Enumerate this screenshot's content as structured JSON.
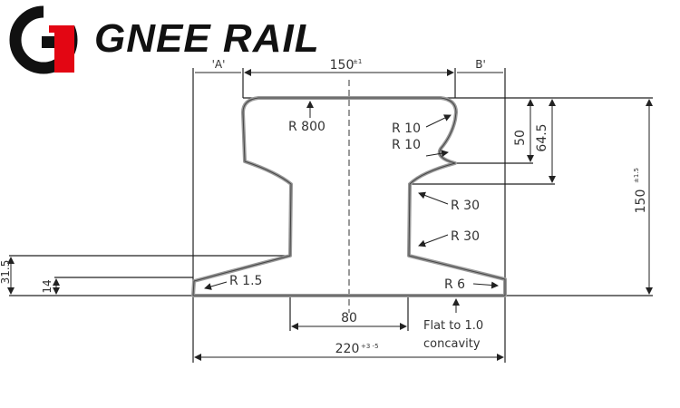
{
  "brand": {
    "name": "GNEE RAIL",
    "logo_text": "G",
    "logo_color": "#111111",
    "accent": "#e30613"
  },
  "drawing": {
    "line_color": "#222222",
    "profile_color": "#9a9a9a",
    "dimensions": {
      "top_width": "150",
      "top_width_tol": "±1",
      "label_a": "'A'",
      "label_b": "B'",
      "bottom_width": "220",
      "bottom_width_tol": "+3 -5",
      "web_width": "80",
      "overall_height": "150",
      "overall_height_tol": "±1.5",
      "head_depth": "50",
      "head_to_web": "64.5",
      "left_big": "31.5",
      "left_small": "14"
    },
    "radii": {
      "r800": "R 800",
      "r10_top": "R 10",
      "r10_bottom": "R 10",
      "r30_top": "R 30",
      "r30_bottom": "R 30",
      "r1_5": "R 1.5",
      "r6": "R 6"
    },
    "notes": {
      "flat_line1": "Flat to 1.0",
      "flat_line2": "concavity"
    }
  }
}
